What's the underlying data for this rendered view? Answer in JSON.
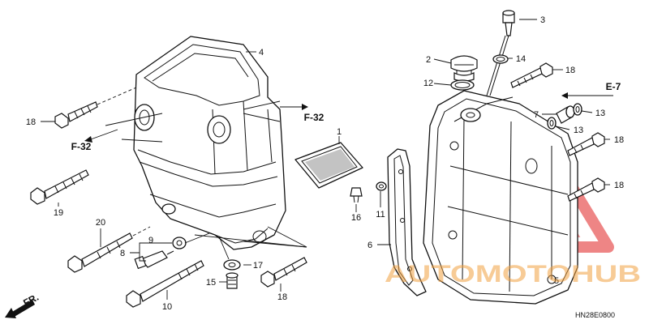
{
  "parts": [
    {
      "ref": "1"
    },
    {
      "ref": "2"
    },
    {
      "ref": "3"
    },
    {
      "ref": "4"
    },
    {
      "ref": "5"
    },
    {
      "ref": "6"
    },
    {
      "ref": "7"
    },
    {
      "ref": "8"
    },
    {
      "ref": "9"
    },
    {
      "ref": "10"
    },
    {
      "ref": "11"
    },
    {
      "ref": "12"
    },
    {
      "ref": "13"
    },
    {
      "ref": "14"
    },
    {
      "ref": "15"
    },
    {
      "ref": "16"
    },
    {
      "ref": "17"
    },
    {
      "ref": "18"
    },
    {
      "ref": "19"
    },
    {
      "ref": "20"
    }
  ],
  "references": {
    "f32_left": "F-32",
    "f32_right": "F-32",
    "e7": "E-7",
    "front": "FR."
  },
  "diagram_code": "HN28E0800",
  "watermark": {
    "brand": "AUTOMOTOHUB",
    "color": "#e02020"
  }
}
